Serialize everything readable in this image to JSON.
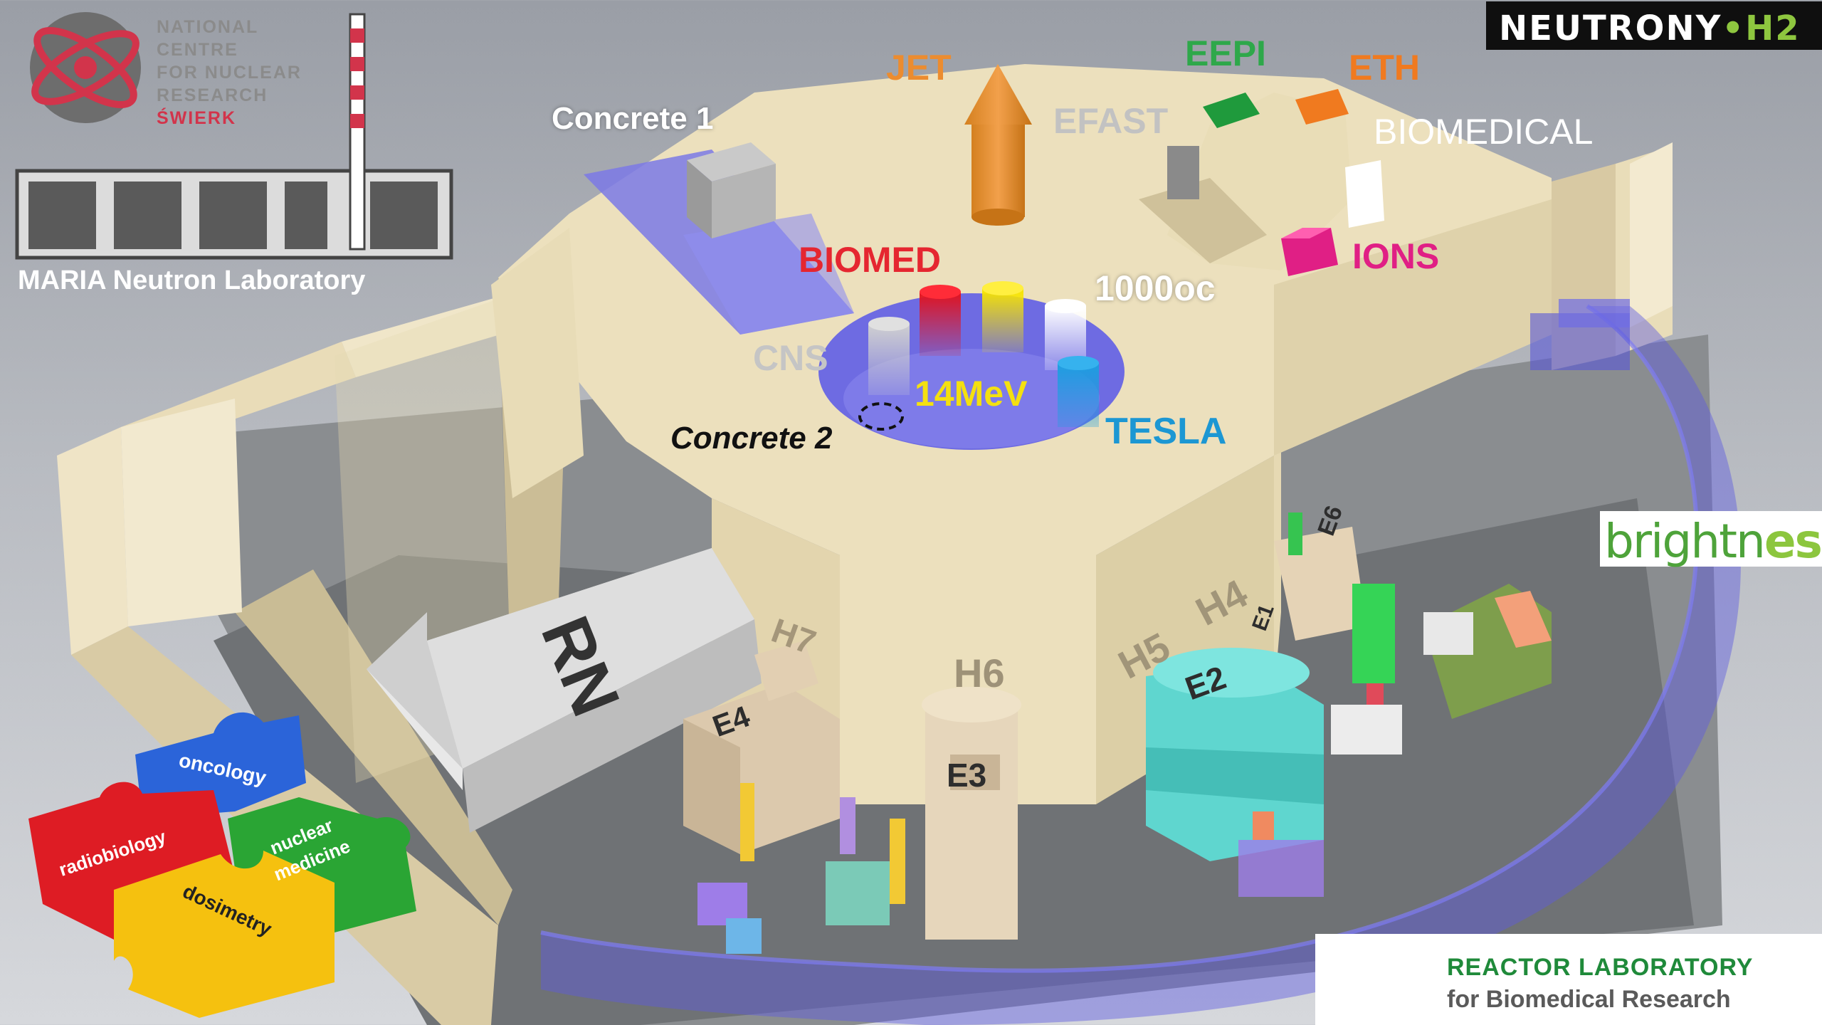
{
  "logos": {
    "ncbj": {
      "lines": [
        "NATIONAL",
        "CENTRE",
        "FOR NUCLEAR",
        "RESEARCH"
      ],
      "place": "ŚWIERK"
    },
    "maria": {
      "word": "MARIA",
      "caption": "MARIA Neutron Laboratory"
    },
    "neutrony": {
      "main": "NEUTRONY",
      "sep": "•",
      "suffix": "H2"
    },
    "brightness": {
      "main": "brightn",
      "suffix": "ess"
    },
    "reactor_lab": {
      "line1": "REACTOR LABORATORY",
      "line2": "for Biomedical Research"
    }
  },
  "labels": {
    "concrete1": "Concrete 1",
    "jet": "JET",
    "efast": "EFAST",
    "eepi": "EEPI",
    "eth": "ETH",
    "biomedical": "BIOMEDICAL",
    "biomed": "BIOMED",
    "ions": "IONS",
    "oc1000": "1000oc",
    "cns": "CNS",
    "mev14": "14MeV",
    "concrete2": "Concrete 2",
    "tesla": "TESLA"
  },
  "hall": {
    "rn": "RN",
    "h7": "H7",
    "h6": "H6",
    "h5": "H5",
    "h4": "H4",
    "e2": "E2",
    "e3": "E3",
    "e4": "E4",
    "e6": "E6",
    "e1": "E1"
  },
  "puzzle": {
    "oncology": "oncology",
    "radiobiology": "radiobiology",
    "nuclear": "nuclear",
    "medicine": "medicine",
    "dosimetry": "dosimetry"
  },
  "colors": {
    "jet": "#ec8c2f",
    "eepi": "#2ea84a",
    "eth": "#f07a1f",
    "biomed": "#e52630",
    "ions": "#e01f85",
    "mev14": "#f4e010",
    "tesla": "#1c97d3",
    "cns": "#c5c5c5",
    "efast": "#bdbdbd",
    "wall": "#ece0bd",
    "pool": "#6f6ee6"
  }
}
